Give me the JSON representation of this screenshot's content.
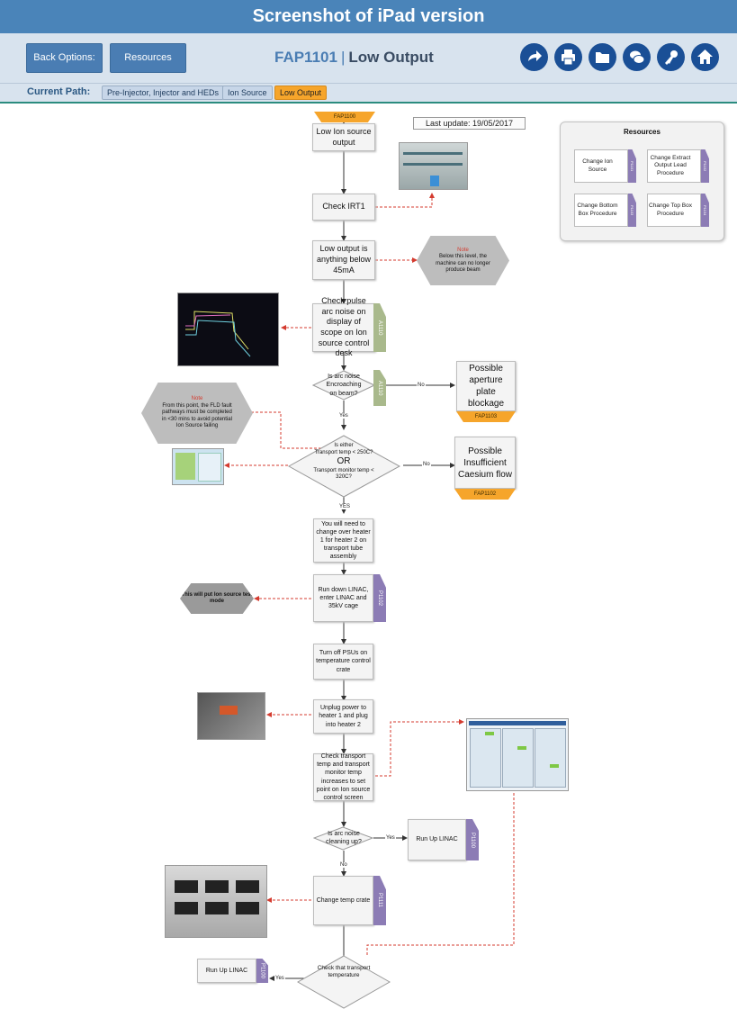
{
  "banner": {
    "title": "Screenshot of iPad version"
  },
  "header": {
    "back_label": "Back Options:",
    "resources_label": "Resources",
    "code": "FAP1101",
    "separator": "|",
    "subtitle": "Low Output",
    "icons": [
      "back-arrow-icon",
      "print-icon",
      "folder-icon",
      "chat-icon",
      "key-icon",
      "home-icon"
    ]
  },
  "path": {
    "label": "Current Path:",
    "chips": [
      "Pre-Injector, Injector and HEDs",
      "Ion Source",
      "Low Output"
    ]
  },
  "flow": {
    "last_update": "Last update: 19/05/2017",
    "start_tag": "FAP1100",
    "n1": "Low Ion source output",
    "n2": "Check IRT1",
    "n3": "Low output is anything below 45mA",
    "note1_title": "Note",
    "note1_text": "Below this level, the machine can no longer produce beam",
    "n4": "Check pulse arc noise on display of scope on Ion source control desk",
    "n4_tab": "A1110",
    "d1": "Is arc noise Encroaching on beam?",
    "d1_tab": "A1110",
    "no1": "No",
    "yes1": "Yes",
    "r1": "Possible aperture plate blockage",
    "r1_tag": "FAP1103",
    "note2_title": "Note",
    "note2_text": "From this point, the FLD fault pathways must be completed in <30 mins to avoid potential Ion Source failing",
    "d2_a": "Is either",
    "d2_b": "Transport temp < 250C?",
    "d2_or": "OR",
    "d2_c": "Transport monitor temp < 320C?",
    "no2": "No",
    "yes2": "YES",
    "r2": "Possible Insufficient Caesium flow",
    "r2_tag": "FAP1102",
    "n5": "You will need to change over heater 1 for heater 2 on transport tube assembly",
    "n6": "Run down LINAC, enter LINAC and 35kV cage",
    "n6_tab": "P1102",
    "hex_test": "This will put Ion source test mode",
    "n7": "Turn off PSUs on temperature control crate",
    "n8": "Unplug power to heater 1 and plug into heater 2",
    "n9": "Check transport temp and transport monitor temp increases to set point on Ion source control screen",
    "d3": "Is arc noise cleaning up?",
    "yes3": "Yes",
    "no3": "No",
    "r3": "Run Up LINAC",
    "r3_tab": "P1100",
    "n10": "Change temp crate",
    "n10_tab": "P1111",
    "d4": "Check that transport temperature",
    "r4": "Run Up LINAC",
    "r4_tab": "P1100",
    "yes4": "Yes"
  },
  "resources": {
    "title": "Resources",
    "items": [
      {
        "label": "Change Ion Source",
        "tab": "P1101"
      },
      {
        "label": "Change Extract Output Lead Procedure",
        "tab": "P1102"
      },
      {
        "label": "Change Bottom Box Procedure",
        "tab": "P1103"
      },
      {
        "label": "Change Top Box Procedure",
        "tab": "P1104"
      }
    ]
  }
}
